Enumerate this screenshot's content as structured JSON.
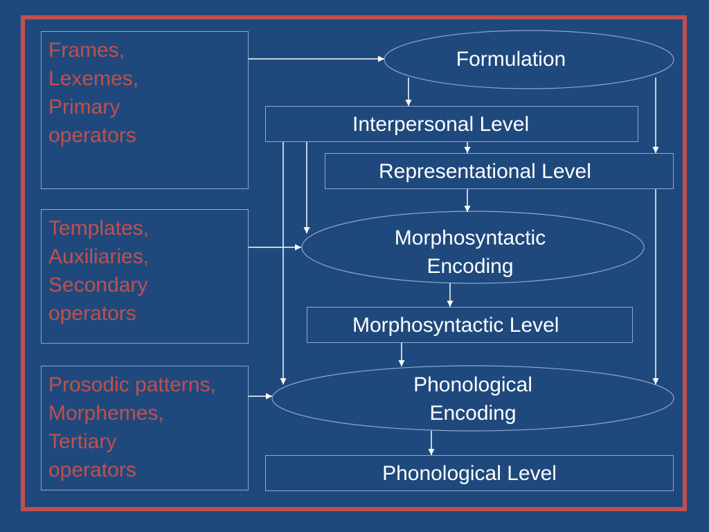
{
  "inputs": {
    "lexicon": [
      "Frames,",
      "Lexemes,",
      "Primary",
      "operators"
    ],
    "grammar": [
      "Templates,",
      "Auxiliaries,",
      "Secondary",
      "operators"
    ],
    "phonology": [
      "Prosodic patterns,",
      "Morphemes,",
      "Tertiary",
      "operators"
    ]
  },
  "nodes": {
    "formulation": "Formulation",
    "interpersonal_level": "Interpersonal Level",
    "representational_level": "Representational Level",
    "morphosyntactic_encoding": [
      "Morphosyntactic",
      "Encoding"
    ],
    "morphosyntactic_level": "Morphosyntactic Level",
    "phonological_encoding": [
      "Phonological",
      "Encoding"
    ],
    "phonological_level": "Phonological Level"
  },
  "colors": {
    "background": "#1f497d",
    "frame": "#c0504d",
    "input_text": "#c0504d",
    "node_text": "#ffffff",
    "outline": "#8ea9cf"
  }
}
